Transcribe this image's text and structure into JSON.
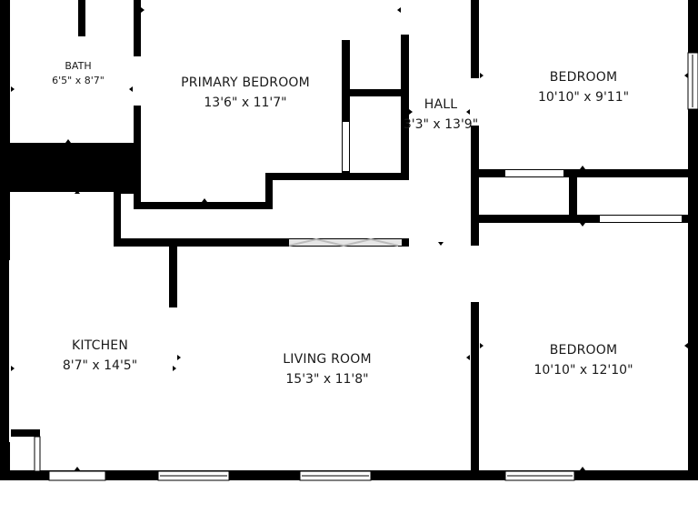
{
  "rooms": {
    "bath": {
      "name": "BATH",
      "dims": "6'5\" x 8'7\""
    },
    "primary_bedroom": {
      "name": "PRIMARY BEDROOM",
      "dims": "13'6\" x 11'7\""
    },
    "hall": {
      "name": "HALL",
      "dims": "3'3\" x 13'9\""
    },
    "bedroom_top": {
      "name": "BEDROOM",
      "dims": "10'10\" x 9'11\""
    },
    "kitchen": {
      "name": "KITCHEN",
      "dims": "8'7\" x 14'5\""
    },
    "living_room": {
      "name": "LIVING ROOM",
      "dims": "15'3\" x 11'8\""
    },
    "bedroom_bottom": {
      "name": "BEDROOM",
      "dims": "10'10\" x 12'10\""
    }
  }
}
